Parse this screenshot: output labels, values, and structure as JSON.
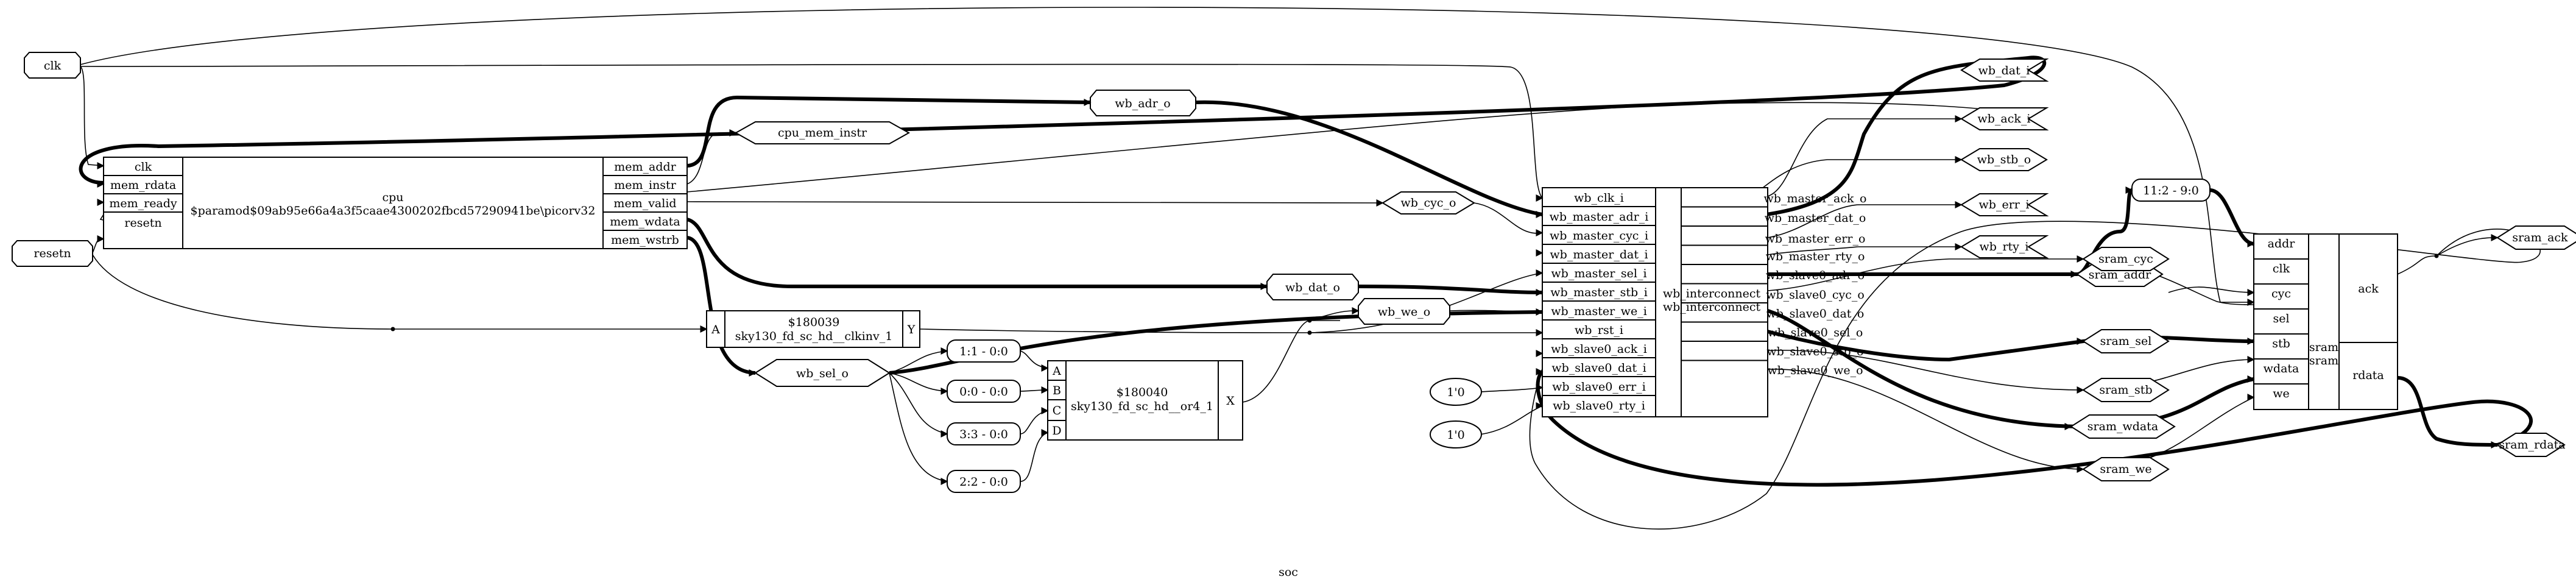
{
  "title": "soc",
  "ports": {
    "clk": "clk",
    "resetn": "resetn",
    "wb_adr_o": "wb_adr_o",
    "wb_dat_o": "wb_dat_o",
    "wb_dat_i": "wb_dat_i",
    "wb_ack_i": "wb_ack_i",
    "wb_stb_o": "wb_stb_o",
    "wb_cyc_o": "wb_cyc_o",
    "wb_err_i": "wb_err_i",
    "wb_rty_i": "wb_rty_i",
    "wb_we_o": "wb_we_o",
    "wb_sel_o": "wb_sel_o",
    "cpu_mem_instr": "cpu_mem_instr",
    "sram_addr": "sram_addr",
    "sram_cyc": "sram_cyc",
    "sram_sel": "sram_sel",
    "sram_stb": "sram_stb",
    "sram_wdata": "sram_wdata",
    "sram_we": "sram_we",
    "sram_ack": "sram_ack",
    "sram_rdata": "sram_rdata"
  },
  "cpu": {
    "name": "cpu",
    "type": "$paramod$09ab95e66a4a3f5caae4300202fbcd57290941be\\picorv32",
    "inputs": [
      "clk",
      "mem_rdata",
      "mem_ready",
      "resetn"
    ],
    "outputs": [
      "mem_addr",
      "mem_instr",
      "mem_valid",
      "mem_wdata",
      "mem_wstrb"
    ]
  },
  "inverter": {
    "name": "$180039",
    "type": "sky130_fd_sc_hd__clkinv_1",
    "input": "A",
    "output": "Y"
  },
  "orgate": {
    "name": "$180040",
    "type": "sky130_fd_sc_hd__or4_1",
    "inputs": [
      "A",
      "B",
      "C",
      "D"
    ],
    "output": "X"
  },
  "slices": [
    "1:1 - 0:0",
    "0:0 - 0:0",
    "3:3 - 0:0",
    "2:2 - 0:0"
  ],
  "addr_slice": "11:2 - 9:0",
  "constants": [
    "1'0",
    "1'0"
  ],
  "interconnect": {
    "name": "wb_interconnect",
    "type": "wb_interconnect",
    "inputs": [
      "wb_clk_i",
      "wb_master_adr_i",
      "wb_master_cyc_i",
      "wb_master_dat_i",
      "wb_master_sel_i",
      "wb_master_stb_i",
      "wb_master_we_i",
      "wb_rst_i",
      "wb_slave0_ack_i",
      "wb_slave0_dat_i",
      "wb_slave0_err_i",
      "wb_slave0_rty_i"
    ],
    "outputs": [
      "wb_master_ack_o",
      "wb_master_dat_o",
      "wb_master_err_o",
      "wb_master_rty_o",
      "wb_slave0_adr_o",
      "wb_slave0_cyc_o",
      "wb_slave0_dat_o",
      "wb_slave0_sel_o",
      "wb_slave0_stb_o",
      "wb_slave0_we_o"
    ]
  },
  "sram": {
    "name": "sram",
    "type": "sram",
    "inputs": [
      "addr",
      "clk",
      "cyc",
      "sel",
      "stb",
      "wdata",
      "we"
    ],
    "outputs": [
      "ack",
      "rdata"
    ]
  }
}
